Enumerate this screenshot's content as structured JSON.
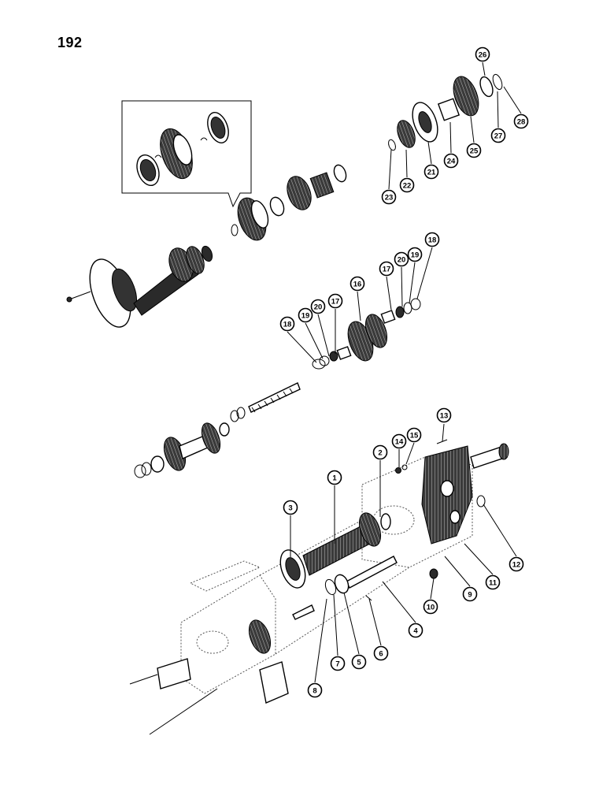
{
  "page": {
    "number": "192"
  },
  "callouts": [
    "1",
    "2",
    "3",
    "4",
    "5",
    "6",
    "7",
    "8",
    "9",
    "10",
    "11",
    "12",
    "13",
    "14",
    "15",
    "16",
    "17",
    "17",
    "18",
    "18",
    "19",
    "19",
    "20",
    "20",
    "21",
    "22",
    "23",
    "24",
    "25",
    "26",
    "27",
    "28"
  ],
  "colors": {
    "ink": "#000000",
    "paper": "#ffffff",
    "ghost": "#555555"
  }
}
